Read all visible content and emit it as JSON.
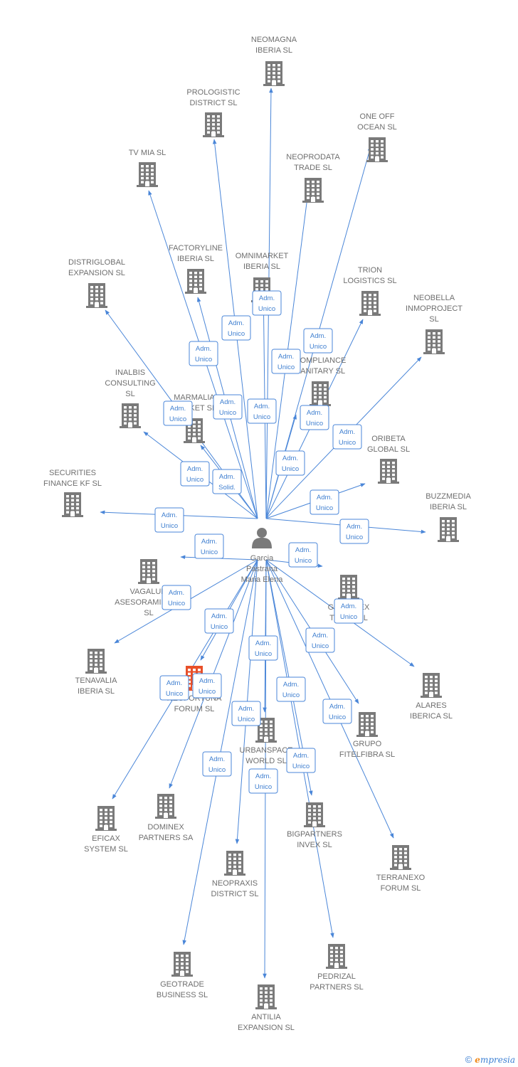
{
  "center": {
    "name_lines": [
      "Garcia",
      "Pastrana",
      "Maria Elena"
    ],
    "icon": "person-icon"
  },
  "relation_label": [
    "Adm.",
    "Unico"
  ],
  "colors": {
    "edge": "#4a86d8",
    "building": "#7a7a7a",
    "building_highlight": "#e8502a",
    "label": "#6f6f6f"
  },
  "companies": [
    {
      "id": "neomagna",
      "lines": [
        "NEOMAGNA",
        "IBERIA SL"
      ],
      "relation": [
        "Adm.",
        "Unico"
      ]
    },
    {
      "id": "prologistic",
      "lines": [
        "PROLOGISTIC",
        "DISTRICT SL"
      ],
      "relation": [
        "Adm.",
        "Unico"
      ]
    },
    {
      "id": "one-off",
      "lines": [
        "ONE OFF",
        "OCEAN SL"
      ],
      "relation": [
        "Adm.",
        "Unico"
      ]
    },
    {
      "id": "tv-mia",
      "lines": [
        "TV MIA SL"
      ],
      "relation": [
        "Adm.",
        "Unico"
      ]
    },
    {
      "id": "neoprodata",
      "lines": [
        "NEOPRODATA",
        "TRADE SL"
      ],
      "relation": [
        "Adm.",
        "Unico"
      ]
    },
    {
      "id": "factoryline",
      "lines": [
        "FACTORYLINE",
        "IBERIA SL"
      ],
      "relation": [
        "Adm.",
        "Unico"
      ]
    },
    {
      "id": "omnimarket",
      "lines": [
        "OMNIMARKET",
        "IBERIA SL"
      ],
      "relation": [
        "Adm.",
        "Unico"
      ]
    },
    {
      "id": "distriglobal",
      "lines": [
        "DISTRIGLOBAL",
        "EXPANSION SL"
      ],
      "relation": [
        "Adm.",
        "Unico"
      ]
    },
    {
      "id": "trion",
      "lines": [
        "TRION",
        "LOGISTICS SL"
      ],
      "relation": [
        "Adm.",
        "Unico"
      ]
    },
    {
      "id": "neobella",
      "lines": [
        "NEOBELLA",
        "INMOPROJECT",
        "SL"
      ],
      "relation": [
        "Adm.",
        "Unico"
      ]
    },
    {
      "id": "compliance",
      "lines": [
        "COMPLIANCE",
        "SANITARY SL"
      ],
      "relation": [
        "Adm.",
        "Unico"
      ]
    },
    {
      "id": "inalbis",
      "lines": [
        "INALBIS",
        "CONSULTING",
        "SL"
      ],
      "relation": [
        "Adm.",
        "Unico"
      ]
    },
    {
      "id": "marmalia",
      "lines": [
        "MARMALIA",
        "MARKET SL"
      ],
      "relation": [
        "Adm.",
        "Solid."
      ]
    },
    {
      "id": "oribeta",
      "lines": [
        "ORIBETA",
        "GLOBAL SL"
      ],
      "relation": [
        "Adm.",
        "Unico"
      ]
    },
    {
      "id": "securities",
      "lines": [
        "SECURITIES",
        "FINANCE KF SL"
      ],
      "relation": [
        "Adm.",
        "Unico"
      ]
    },
    {
      "id": "buzzmedia",
      "lines": [
        "BUZZMEDIA",
        "IBERIA SL"
      ],
      "relation": [
        "Adm.",
        "Unico"
      ]
    },
    {
      "id": "vagalum",
      "lines": [
        "VAGALUM",
        "ASESORAMIENTO",
        "SL"
      ],
      "relation": [
        "Adm.",
        "Unico"
      ]
    },
    {
      "id": "globalex",
      "lines": [
        "GLOBALEX",
        "TRADE SL"
      ],
      "relation": [
        "Adm.",
        "Unico"
      ]
    },
    {
      "id": "tenavalia",
      "lines": [
        "TENAVALIA",
        "IBERIA SL"
      ],
      "relation": [
        "Adm.",
        "Unico"
      ]
    },
    {
      "id": "neofortuna",
      "lines": [
        "NEOFORTUNA",
        "FORUM SL"
      ],
      "relation": [
        "Adm.",
        "Unico"
      ]
    },
    {
      "id": "alares",
      "lines": [
        "ALARES",
        "IBERICA SL"
      ],
      "relation": [
        "Adm.",
        "Unico"
      ]
    },
    {
      "id": "urbanspace",
      "lines": [
        "URBANSPACE",
        "WORLD SL"
      ],
      "relation": [
        "Adm.",
        "Unico"
      ]
    },
    {
      "id": "grupo-fitelfibra",
      "lines": [
        "GRUPO",
        "FITELFIBRA SL"
      ],
      "relation": [
        "Adm.",
        "Unico"
      ]
    },
    {
      "id": "eficax",
      "lines": [
        "EFICAX",
        "SYSTEM SL"
      ],
      "relation": [
        "Adm.",
        "Unico"
      ]
    },
    {
      "id": "dominex",
      "lines": [
        "DOMINEX",
        "PARTNERS SA"
      ],
      "relation": [
        "Adm.",
        "Unico"
      ]
    },
    {
      "id": "bigpartners",
      "lines": [
        "BIGPARTNERS",
        "INVEX SL"
      ],
      "relation": [
        "Adm.",
        "Unico"
      ]
    },
    {
      "id": "terranexo",
      "lines": [
        "TERRANEXO",
        "FORUM SL"
      ],
      "relation": [
        "Adm.",
        "Unico"
      ]
    },
    {
      "id": "neopraxis",
      "lines": [
        "NEOPRAXIS",
        "DISTRICT SL"
      ],
      "relation": [
        "Adm.",
        "Unico"
      ]
    },
    {
      "id": "geotrade",
      "lines": [
        "GEOTRADE",
        "BUSINESS SL"
      ],
      "relation": [
        "Adm.",
        "Unico"
      ]
    },
    {
      "id": "pedrizal",
      "lines": [
        "PEDRIZAL",
        "PARTNERS SL"
      ],
      "relation": [
        "Adm.",
        "Unico"
      ]
    },
    {
      "id": "antilia",
      "lines": [
        "ANTILIA",
        "EXPANSION SL"
      ],
      "relation": [
        "Adm.",
        "Unico"
      ]
    }
  ],
  "footer": {
    "copyright": "©",
    "brand_first": "e",
    "brand_rest": "mpresia"
  }
}
